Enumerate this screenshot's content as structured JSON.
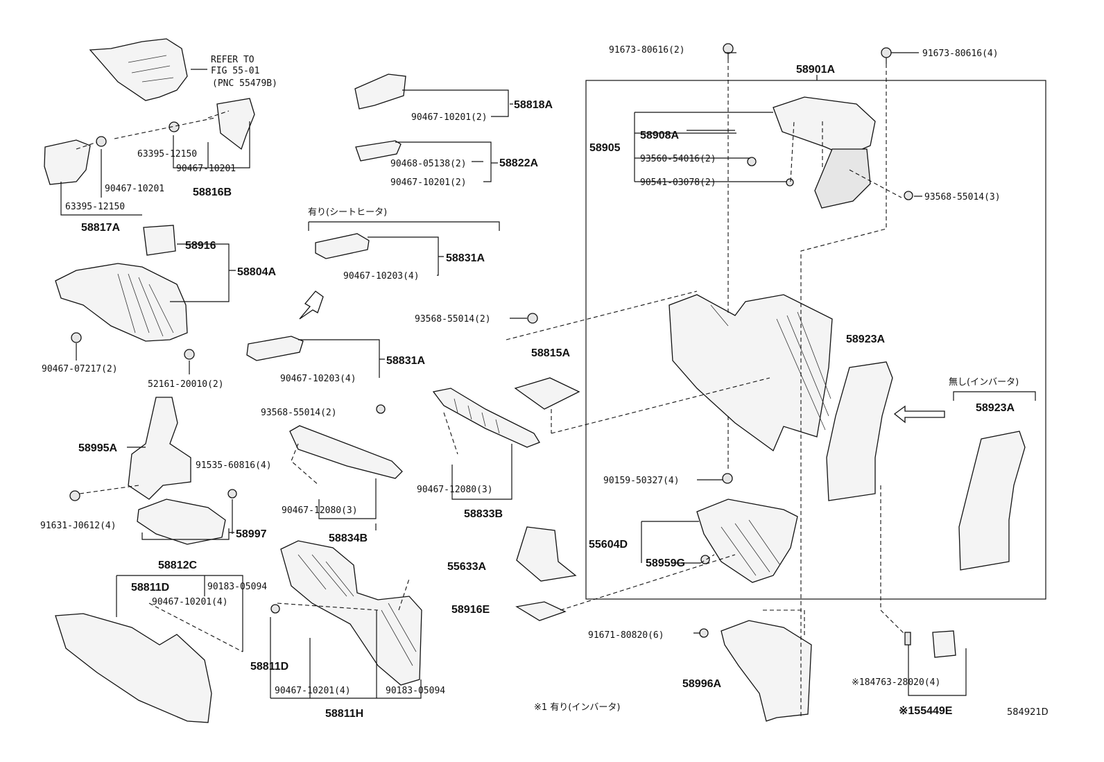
{
  "diagram_id": "584921D",
  "refer_note": [
    "REFER TO",
    "FIG 55-01",
    "(PNC 55479B)"
  ],
  "variant_labels": {
    "seat_heater": "有り(シートヒータ)",
    "no_inverter": "無し(インバータ)",
    "inverter_note": "※1 有り(インバータ)"
  },
  "part_numbers": {
    "p58818A": "58818A",
    "p58822A": "58822A",
    "p58816B": "58816B",
    "p58817A": "58817A",
    "p58916": "58916",
    "p58804A": "58804A",
    "p58831A_1": "58831A",
    "p58831A_2": "58831A",
    "p58995A": "58995A",
    "p58997": "58997",
    "p58812C": "58812C",
    "p58811D_1": "58811D",
    "p58811D_2": "58811D",
    "p58811H": "58811H",
    "p58834B": "58834B",
    "p58833B": "58833B",
    "p58815A": "58815A",
    "p55633A": "55633A",
    "p58916E": "58916E",
    "p58901A": "58901A",
    "p58905": "58905",
    "p58908A": "58908A",
    "p58923A_1": "58923A",
    "p58923A_2": "58923A",
    "p55604D": "55604D",
    "p58959G": "58959G",
    "p58996A": "58996A",
    "p55449E": "※155449E"
  },
  "fasteners": {
    "f1": "90467-10201(2)",
    "f2": "90468-05138(2)",
    "f3": "90467-10201(2)",
    "f4": "63395-12150",
    "f5": "90467-10201",
    "f6": "90467-10201",
    "f7": "63395-12150",
    "f8": "90467-10203(4)",
    "f9": "93568-55014(2)",
    "f10": "90467-10203(4)",
    "f11": "90467-07217(2)",
    "f12": "52161-20010(2)",
    "f13": "93568-55014(2)",
    "f14": "91535-60816(4)",
    "f15": "91631-J0612(4)",
    "f16": "90467-12080(3)",
    "f17": "90467-12080(3)",
    "f18": "90467-10201(4)",
    "f19": "90183-05094",
    "f20": "90467-10201(4)",
    "f21": "90183-05094",
    "f22": "91673-80616(2)",
    "f23": "91673-80616(4)",
    "f24": "93560-54016(2)",
    "f25": "90541-03078(2)",
    "f26": "93568-55014(3)",
    "f27": "90159-50327(4)",
    "f28": "91671-80820(6)",
    "f29": "※184763-28020(4)"
  },
  "colors": {
    "line": "#111111",
    "part_fill": "#f4f4f4",
    "part_shade": "#e6e6e6",
    "background": "#ffffff"
  }
}
